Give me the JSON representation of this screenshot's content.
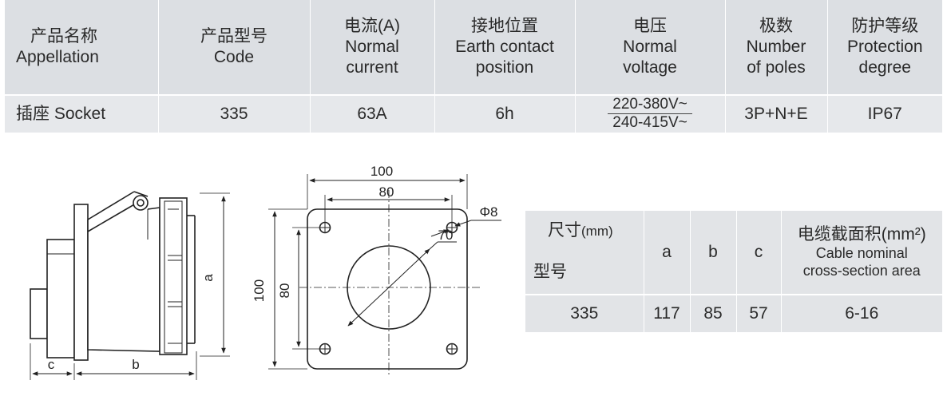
{
  "spec_table": {
    "headers": [
      {
        "cn": "产品名称",
        "en": [
          "Appellation"
        ]
      },
      {
        "cn": "产品型号",
        "en": [
          "Code"
        ]
      },
      {
        "cn": "电流(A)",
        "en": [
          "Normal",
          "current"
        ]
      },
      {
        "cn": "接地位置",
        "en": [
          "Earth contact",
          "position"
        ]
      },
      {
        "cn": "电压",
        "en": [
          "Normal",
          "voltage"
        ]
      },
      {
        "cn": "极数",
        "en": [
          "Number",
          "of poles"
        ]
      },
      {
        "cn": "防护等级",
        "en": [
          "Protection",
          "degree"
        ]
      }
    ],
    "row": {
      "appellation": "插座 Socket",
      "code": "335",
      "current": "63A",
      "earth": "6h",
      "voltage_top": "220-380V~",
      "voltage_bottom": "240-415V~",
      "poles": "3P+N+E",
      "protection": "IP67"
    }
  },
  "side_view": {
    "label_a": "a",
    "label_b": "b",
    "label_c": "c"
  },
  "front_view": {
    "width_outer": "100",
    "width_inner": "80",
    "height_outer": "100",
    "height_inner": "80",
    "hole_dia": "Φ8",
    "center_dia": "70"
  },
  "dim_table": {
    "corner_top": "尺寸",
    "corner_top_unit": "(mm)",
    "corner_bottom": "型号",
    "col_a": "a",
    "col_b": "b",
    "col_c": "c",
    "cable_cn": "电缆截面积(mm²)",
    "cable_en1": "Cable nominal",
    "cable_en2": "cross-section area",
    "row": {
      "code": "335",
      "a": "117",
      "b": "85",
      "c": "57",
      "cable": "6-16"
    }
  },
  "colors": {
    "header_bg": "#dcdfe3",
    "body_bg": "#e6e8eb",
    "line": "#222222"
  }
}
